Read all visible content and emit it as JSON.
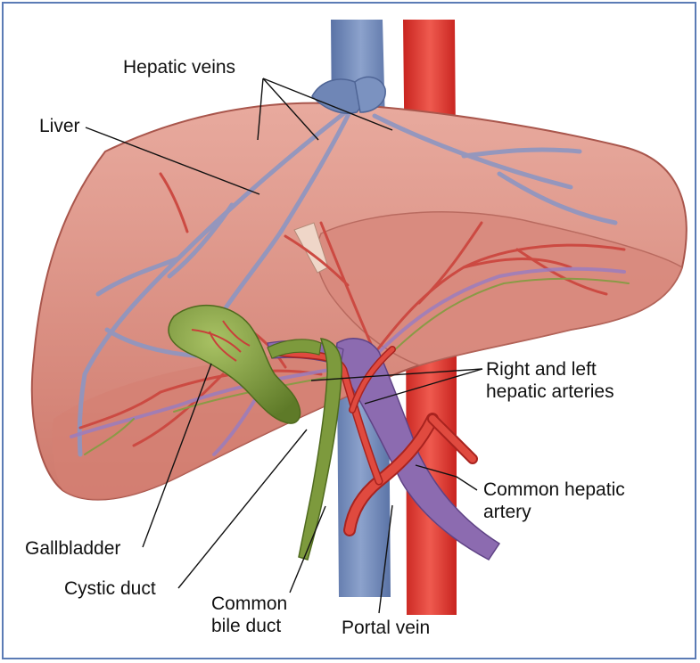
{
  "labels": {
    "hepatic_veins": "Hepatic veins",
    "liver": "Liver",
    "right_left_arteries_line1": "Right and left",
    "right_left_arteries_line2": "hepatic arteries",
    "common_hepatic_line1": "Common hepatic",
    "common_hepatic_line2": "artery",
    "gallbladder": "Gallbladder",
    "cystic_duct": "Cystic duct",
    "common_bile_line1": "Common",
    "common_bile_line2": "bile duct",
    "portal_vein": "Portal vein"
  },
  "colors": {
    "frame": "#5b7bb5",
    "liver_fill": "#d98a7e",
    "liver_light": "#e6a79b",
    "liver_edge": "#a9564c",
    "vena_cava": "#6f88b8",
    "aorta": "#d7322e",
    "portal_vein": "#8c6bb0",
    "gallbladder": "#7d9a3d",
    "artery": "#d64238"
  }
}
